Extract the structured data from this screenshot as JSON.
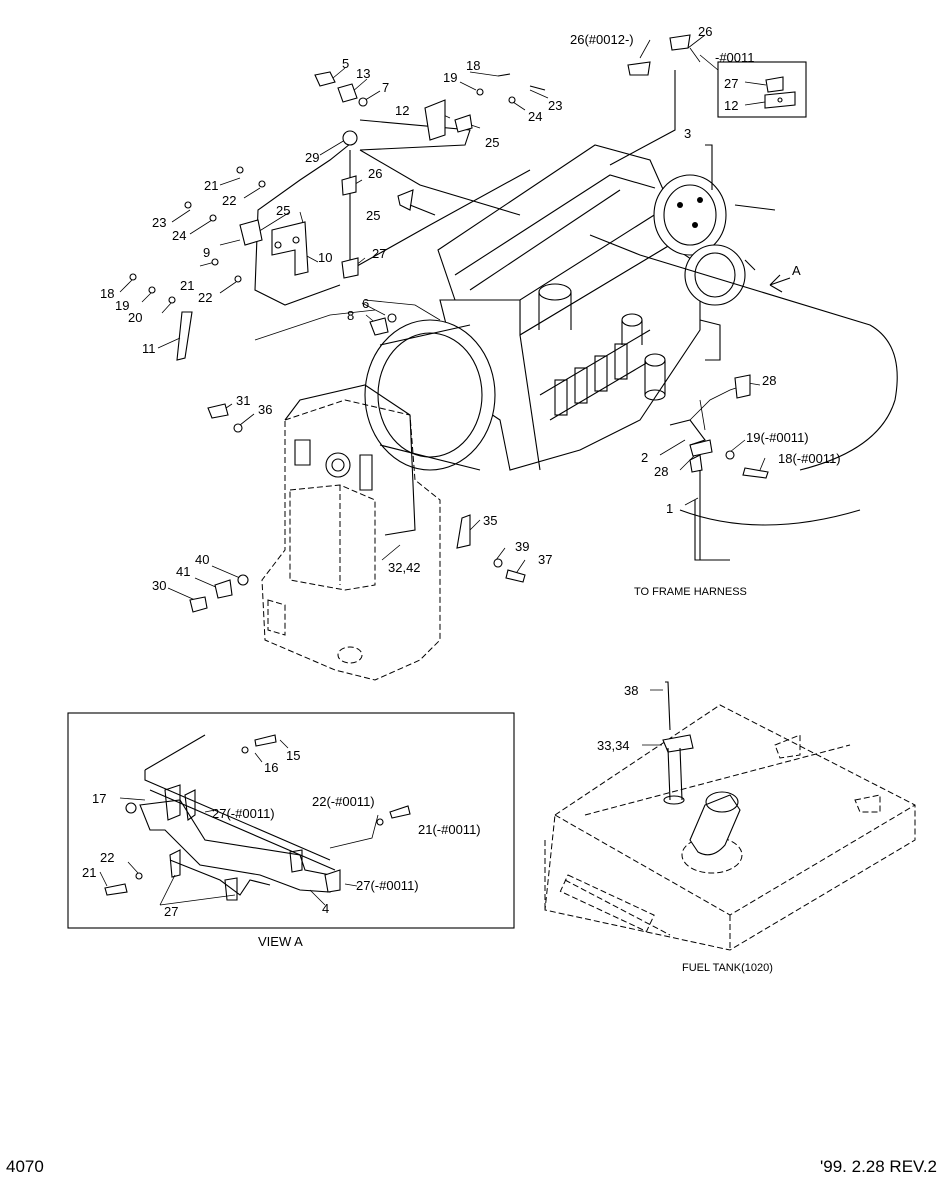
{
  "page": {
    "page_number": "4070",
    "revision": "'99. 2.28 REV.2"
  },
  "labels": {
    "l5": "5",
    "l13": "13",
    "l7": "7",
    "l18a": "18",
    "l19a": "19",
    "l23a": "23",
    "l24a": "24",
    "l12a": "12",
    "l25a": "25",
    "l29": "29",
    "l26a": "26",
    "l21a": "21",
    "l22a": "22",
    "l23b": "23",
    "l24b": "24",
    "l25b": "25",
    "l25c": "25",
    "l27a": "27",
    "l9": "9",
    "l10": "10",
    "l21b": "21",
    "l22b": "22",
    "l18b": "18",
    "l19b": "19",
    "l20": "20",
    "l11": "11",
    "l6": "6",
    "l8": "8",
    "l26b": "26",
    "l26c": "26(#0012-)",
    "l0011": "-#0011",
    "l27b": "27",
    "l12b": "12",
    "l3": "3",
    "lA": "A",
    "l28a": "28",
    "l2": "2",
    "l28b": "28",
    "l19c": "19(-#0011)",
    "l18c": "18(-#0011)",
    "l1": "1",
    "l31": "31",
    "l36": "36",
    "l35": "35",
    "l39": "39",
    "l37": "37",
    "l3242": "32,42",
    "l40": "40",
    "l41": "41",
    "l30": "30",
    "l38": "38",
    "l3334": "33,34",
    "l15": "15",
    "l16": "16",
    "l17": "17",
    "l27c": "27(-#0011)",
    "l22c": "22(-#0011)",
    "l21c": "21(-#0011)",
    "l22d": "22",
    "l21d": "21",
    "l27d": "27",
    "l4": "4",
    "l27e": "27(-#0011)"
  },
  "captions": {
    "frame_harness": "TO FRAME HARNESS",
    "view_a": "VIEW A",
    "fuel_tank": "FUEL TANK(1020)"
  }
}
